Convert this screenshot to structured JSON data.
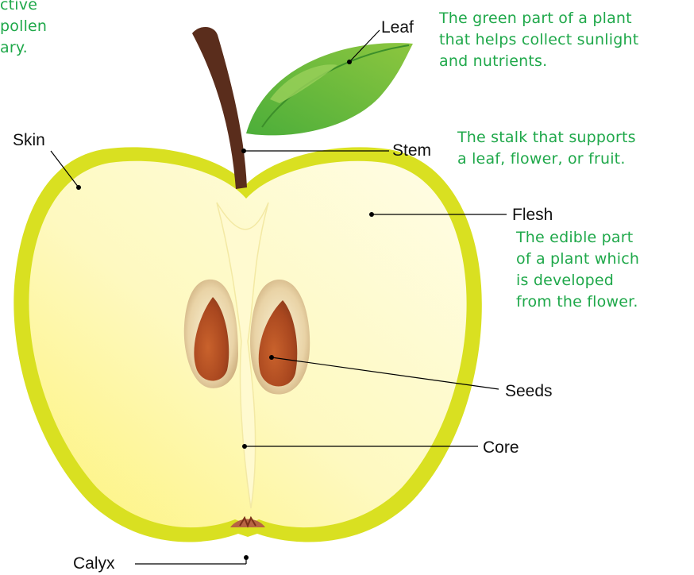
{
  "labels": {
    "leaf": "Leaf",
    "stem": "Stem",
    "skin": "Skin",
    "flesh": "Flesh",
    "seeds": "Seeds",
    "core": "Core",
    "calyx": "Calyx"
  },
  "descriptions": {
    "leaf": "The green part of a plant\nthat helps collect sunlight\nand nutrients.",
    "stem": "The stalk that supports\na leaf, flower, or fruit.",
    "flesh": "The edible part\nof a plant which\nis developed\nfrom the flower.",
    "cropped_left": "ctive\npollen\nary."
  },
  "colors": {
    "description_text": "#1fa84a",
    "skin": "#d9e021",
    "flesh": "#fdf8b4",
    "stem": "#5a2d1c",
    "leaf": "#67bd3c",
    "seed": "#a9471f"
  }
}
